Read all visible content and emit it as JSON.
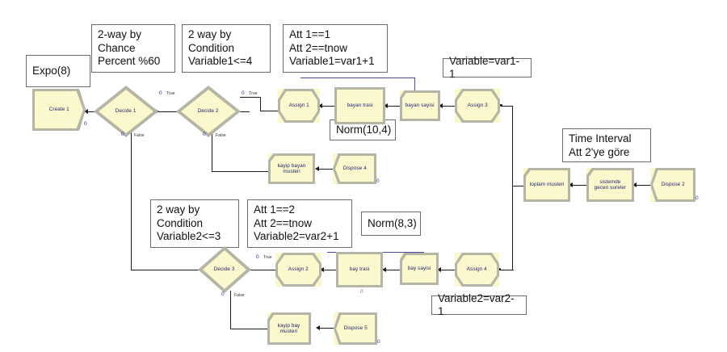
{
  "diagram": {
    "title": "Arena simulation model flowchart",
    "accent_block_fill": "#fbf8cd",
    "accent_block_border": "#a6a48f",
    "label_color": "#1a1a6e",
    "port_color": "#2b2b9c"
  },
  "callouts": [
    {
      "name": "expo-callout",
      "text": "Expo(8)"
    },
    {
      "name": "chance-callout",
      "text": "2-way by\nChance\nPercent %60"
    },
    {
      "name": "condition1-callout",
      "text": "2 way by\nCondition\nVariable1<=4"
    },
    {
      "name": "assign1-callout",
      "text": "Att 1==1\nAtt 2==tnow\nVariable1=var1+1"
    },
    {
      "name": "assign3-callout",
      "text": "Variable=var1-1"
    },
    {
      "name": "norm104-callout",
      "text": "Norm(10,4)"
    },
    {
      "name": "time-interval-callout",
      "text": "Time Interval\nAtt 2'ye göre"
    },
    {
      "name": "condition2-callout",
      "text": "2 way by\nCondition\nVariable2<=3"
    },
    {
      "name": "assign2-callout",
      "text": "Att 1==2\nAtt 2==tnow\nVariable2=var2+1"
    },
    {
      "name": "norm83-callout",
      "text": "Norm(8,3)"
    },
    {
      "name": "assign4-callout",
      "text": "Variable2=var2-1"
    }
  ],
  "modules": [
    {
      "name": "create-1",
      "label": "Create 1",
      "type": "create"
    },
    {
      "name": "decide-1",
      "label": "Decide 1",
      "type": "decide"
    },
    {
      "name": "decide-2",
      "label": "Decide 2",
      "type": "decide"
    },
    {
      "name": "assign-1",
      "label": "Assign 1",
      "type": "assign"
    },
    {
      "name": "bayan-trasi",
      "label": "bayan trasi",
      "type": "process"
    },
    {
      "name": "bayan-sayisi",
      "label": "bayan sayisi",
      "type": "record"
    },
    {
      "name": "assign-3",
      "label": "Assign 3",
      "type": "assign"
    },
    {
      "name": "kayip-bayan-musteri",
      "label": "kayip bayan\nmusteri",
      "type": "record"
    },
    {
      "name": "dispose-4",
      "label": "Dispose 4",
      "type": "dispose"
    },
    {
      "name": "decide-3",
      "label": "Decide 3",
      "type": "decide"
    },
    {
      "name": "assign-2",
      "label": "Assign 2",
      "type": "assign"
    },
    {
      "name": "bay-trasi",
      "label": "bay trasi",
      "type": "process"
    },
    {
      "name": "bay-sayisi",
      "label": "bay sayisi",
      "type": "record"
    },
    {
      "name": "assign-4",
      "label": "Assign 4",
      "type": "assign"
    },
    {
      "name": "kayip-bay-musteri",
      "label": "kayip bay\nmusteri",
      "type": "record"
    },
    {
      "name": "dispose-5",
      "label": "Dispose 5",
      "type": "dispose"
    },
    {
      "name": "toplam-musteri",
      "label": "toplam musteri",
      "type": "record"
    },
    {
      "name": "sistemde-gecen-sureler",
      "label": "sistemde\ngecen sureler",
      "type": "record"
    },
    {
      "name": "dispose-2",
      "label": "Dispose 2",
      "type": "dispose"
    }
  ],
  "ports": {
    "true_label": "True",
    "false_label": "False",
    "zero": "0"
  }
}
